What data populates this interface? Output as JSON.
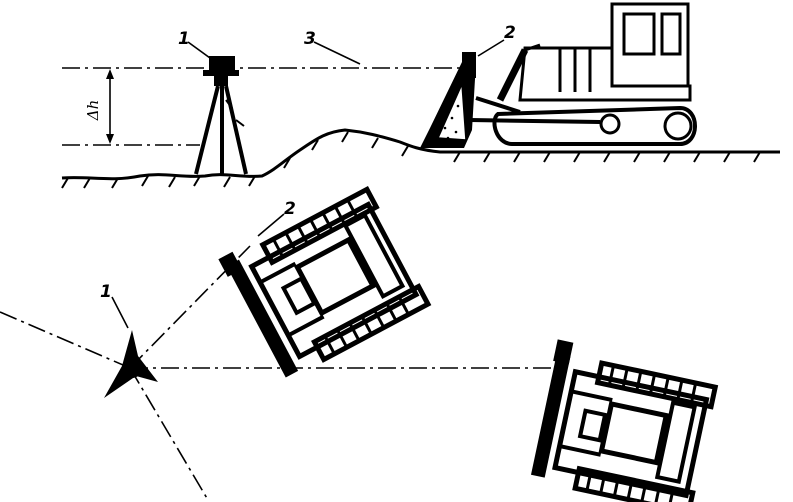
{
  "labels": {
    "level_top": "1",
    "staff_top": "2",
    "sight_line": "3",
    "height_diff": "Δh",
    "level_plan": "1",
    "staff_plan": "2"
  },
  "colors": {
    "ink": "#000000",
    "paper": "#ffffff"
  }
}
